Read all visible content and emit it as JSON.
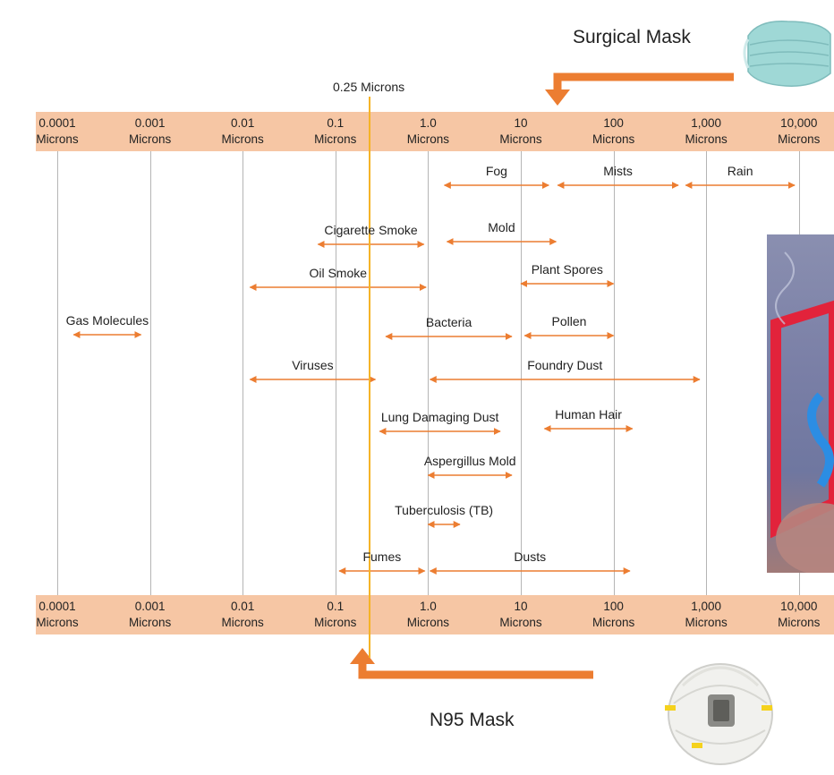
{
  "ticks": [
    {
      "value": "0.0001",
      "unit": "Microns"
    },
    {
      "value": "0.001",
      "unit": "Microns"
    },
    {
      "value": "0.01",
      "unit": "Microns"
    },
    {
      "value": "0.1",
      "unit": "Microns"
    },
    {
      "value": "1.0",
      "unit": "Microns"
    },
    {
      "value": "10",
      "unit": "Microns"
    },
    {
      "value": "100",
      "unit": "Microns"
    },
    {
      "value": "1,000",
      "unit": "Microns"
    },
    {
      "value": "10,000",
      "unit": "Microns"
    }
  ],
  "marker": {
    "label": "0.25 Microns",
    "value": 0.25
  },
  "masks": {
    "surgical": "Surgical Mask",
    "n95": "N95 Mask"
  },
  "particles": [
    {
      "name": "Fog",
      "min": 1.5,
      "max": 20
    },
    {
      "name": "Mists",
      "min": 25,
      "max": 500
    },
    {
      "name": "Rain",
      "min": 600,
      "max": 9000
    },
    {
      "name": "Cigarette Smoke",
      "min": 0.065,
      "max": 0.9
    },
    {
      "name": "Mold",
      "min": 1.6,
      "max": 24
    },
    {
      "name": "Oil Smoke",
      "min": 0.012,
      "max": 0.95
    },
    {
      "name": "Plant Spores",
      "min": 10,
      "max": 100
    },
    {
      "name": "Gas Molecules",
      "min": 0.00015,
      "max": 0.0008
    },
    {
      "name": "Bacteria",
      "min": 0.35,
      "max": 8
    },
    {
      "name": "Pollen",
      "min": 11,
      "max": 100
    },
    {
      "name": "Viruses",
      "min": 0.012,
      "max": 0.27
    },
    {
      "name": "Foundry Dust",
      "min": 1.05,
      "max": 850
    },
    {
      "name": "Lung Damaging Dust",
      "min": 0.3,
      "max": 6
    },
    {
      "name": "Human Hair",
      "min": 18,
      "max": 160
    },
    {
      "name": "Aspergillus Mold",
      "min": 1,
      "max": 8
    },
    {
      "name": "Tuberculosis (TB)",
      "min": 1,
      "max": 2.2
    },
    {
      "name": "Fumes",
      "min": 0.11,
      "max": 0.92
    },
    {
      "name": "Dusts",
      "min": 1.05,
      "max": 150
    }
  ],
  "colors": {
    "band": "#f6c6a4",
    "arrow": "#ec7d31",
    "marker": "#f5b325",
    "gridline": "#b5b5b5"
  }
}
